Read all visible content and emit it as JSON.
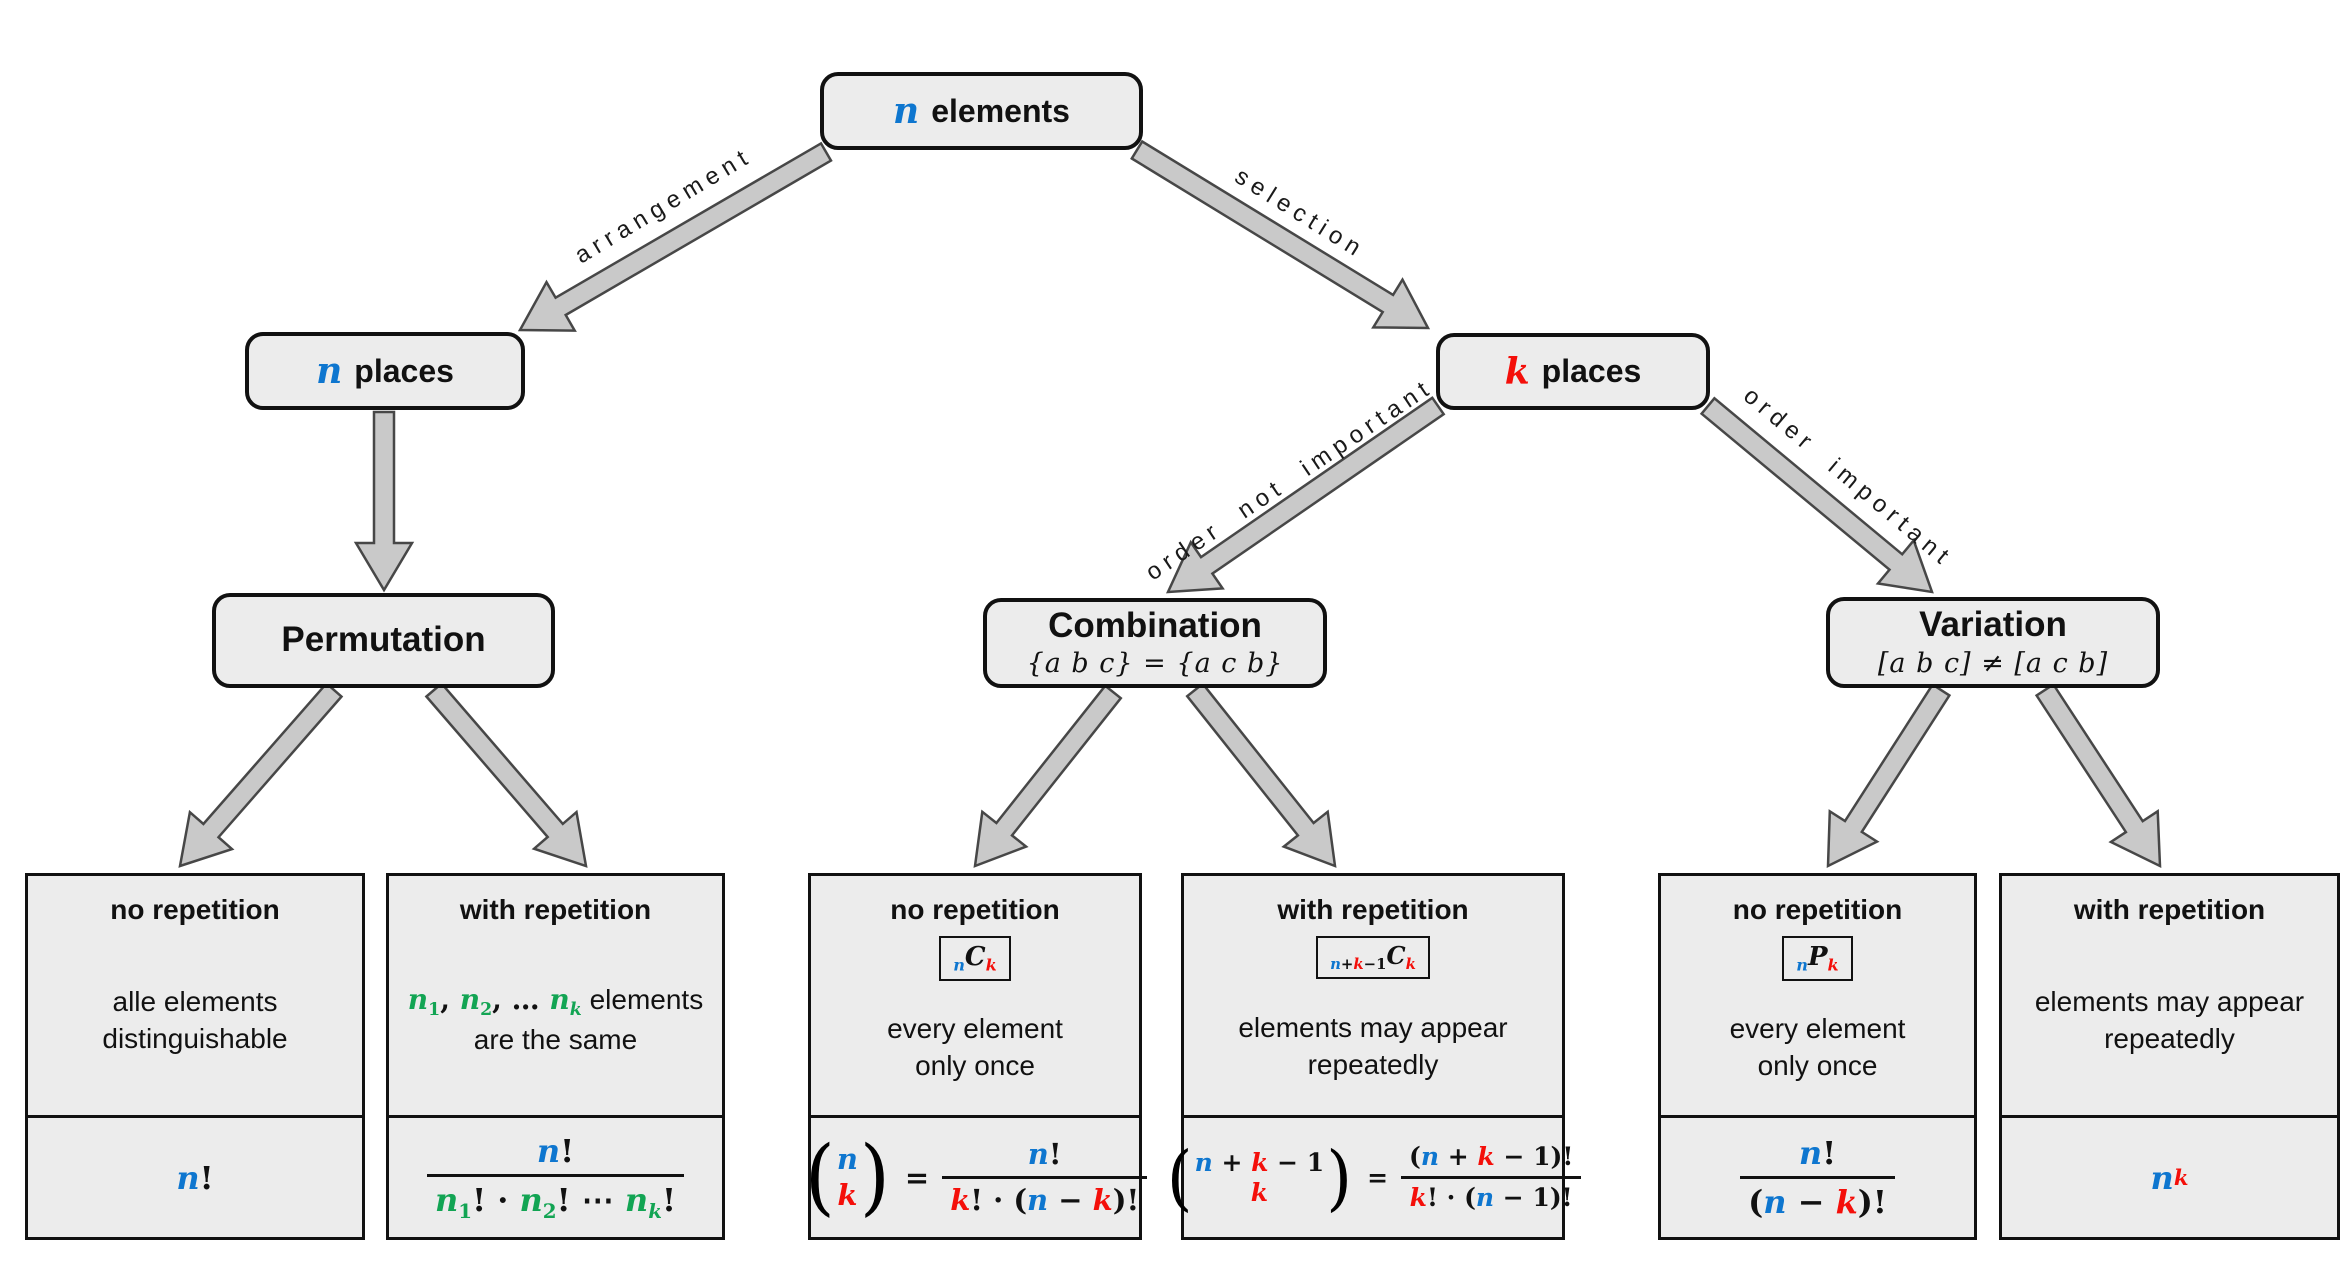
{
  "palette": {
    "blue": "#0e76cf",
    "red": "#f40f0a",
    "green": "#12a453",
    "box_fill": "#ececec",
    "border": "#111111",
    "arrow_fill": "#c9c9c9",
    "arrow_stroke": "#474747"
  },
  "nodes": {
    "root": {
      "var": "n",
      "label": "elements"
    },
    "n_places": {
      "var": "n",
      "label": "places"
    },
    "k_places": {
      "var": "k",
      "label": "places"
    },
    "permutation": {
      "title": "Permutation"
    },
    "combination": {
      "title": "Combination",
      "subtitle": "{a b c} = {a c b}"
    },
    "variation": {
      "title": "Variation",
      "subtitle": "[a b c] ≠ [a c b]"
    }
  },
  "edge_labels": {
    "arrangement": "arrangement",
    "selection": "selection",
    "order_not_important": "order not important",
    "order_important": "order important"
  },
  "leaves": [
    {
      "title": "no repetition",
      "badge": null,
      "desc_lines": [
        "alle elements",
        "distinguishable"
      ],
      "formula": {
        "kind": "plain",
        "segs": [
          {
            "t": "n",
            "c": "blue"
          },
          {
            "t": "!",
            "c": "black",
            "up": true
          }
        ]
      }
    },
    {
      "title": "with repetition",
      "badge": null,
      "desc_lines": [
        [
          {
            "t": "n",
            "c": "green"
          },
          {
            "t": "1",
            "c": "green",
            "sub": true,
            "up": true
          },
          {
            "t": ", ",
            "c": "black",
            "up": true
          },
          {
            "t": "n",
            "c": "green"
          },
          {
            "t": "2",
            "c": "green",
            "sub": true,
            "up": true
          },
          {
            "t": ", … ",
            "c": "black",
            "up": true
          },
          {
            "t": "n",
            "c": "green"
          },
          {
            "t": "k",
            "c": "green",
            "sub": true
          },
          {
            "t": " elements",
            "c": "black",
            "sans": true
          }
        ],
        "are the same"
      ],
      "formula": {
        "kind": "frac",
        "num": [
          {
            "t": "n",
            "c": "blue"
          },
          {
            "t": "!",
            "c": "black",
            "up": true
          }
        ],
        "den": [
          {
            "t": "n",
            "c": "green"
          },
          {
            "t": "1",
            "c": "green",
            "sub": true,
            "up": true
          },
          {
            "t": "! · ",
            "c": "black",
            "up": true
          },
          {
            "t": "n",
            "c": "green"
          },
          {
            "t": "2",
            "c": "green",
            "sub": true,
            "up": true
          },
          {
            "t": "! ⋯ ",
            "c": "black",
            "up": true
          },
          {
            "t": "n",
            "c": "green"
          },
          {
            "t": "k",
            "c": "green",
            "sub": true
          },
          {
            "t": "!",
            "c": "black",
            "up": true
          }
        ]
      }
    },
    {
      "title": "no repetition",
      "badge": [
        {
          "t": "n",
          "c": "blue",
          "sub": true
        },
        {
          "t": "C",
          "c": "black"
        },
        {
          "t": "k",
          "c": "red",
          "sub": true
        }
      ],
      "desc_lines": [
        "every element",
        "only once"
      ],
      "formula": {
        "kind": "binom_eq",
        "top": [
          {
            "t": "n",
            "c": "blue"
          }
        ],
        "bottom": [
          {
            "t": "k",
            "c": "red"
          }
        ],
        "num": [
          {
            "t": "n",
            "c": "blue"
          },
          {
            "t": "!",
            "c": "black",
            "up": true
          }
        ],
        "den": [
          {
            "t": "k",
            "c": "red"
          },
          {
            "t": "! · (",
            "c": "black",
            "up": true
          },
          {
            "t": "n",
            "c": "blue"
          },
          {
            "t": " − ",
            "c": "black",
            "up": true
          },
          {
            "t": "k",
            "c": "red"
          },
          {
            "t": ")!",
            "c": "black",
            "up": true
          }
        ]
      }
    },
    {
      "title": "with repetition",
      "badge": [
        {
          "t": "n",
          "c": "blue",
          "sub": true
        },
        {
          "t": "+",
          "c": "black",
          "sub": true,
          "up": true
        },
        {
          "t": "k",
          "c": "red",
          "sub": true
        },
        {
          "t": "−1",
          "c": "black",
          "sub": true,
          "up": true
        },
        {
          "t": "C",
          "c": "black"
        },
        {
          "t": "k",
          "c": "red",
          "sub": true
        }
      ],
      "desc_lines": [
        "elements may appear",
        "repeatedly"
      ],
      "formula": {
        "kind": "binom_eq",
        "top": [
          {
            "t": "n",
            "c": "blue"
          },
          {
            "t": " + ",
            "c": "black",
            "up": true
          },
          {
            "t": "k",
            "c": "red"
          },
          {
            "t": " − 1",
            "c": "black",
            "up": true
          }
        ],
        "bottom": [
          {
            "t": "k",
            "c": "red"
          }
        ],
        "num": [
          {
            "t": "(",
            "c": "black",
            "up": true
          },
          {
            "t": "n",
            "c": "blue"
          },
          {
            "t": " + ",
            "c": "black",
            "up": true
          },
          {
            "t": "k",
            "c": "red"
          },
          {
            "t": " − 1",
            "c": "black",
            "up": true
          },
          {
            "t": ")!",
            "c": "black",
            "up": true
          }
        ],
        "den": [
          {
            "t": "k",
            "c": "red"
          },
          {
            "t": "! · (",
            "c": "black",
            "up": true
          },
          {
            "t": "n",
            "c": "blue"
          },
          {
            "t": " − 1)!",
            "c": "black",
            "up": true
          }
        ]
      }
    },
    {
      "title": "no repetition",
      "badge": [
        {
          "t": "n",
          "c": "blue",
          "sub": true
        },
        {
          "t": "P",
          "c": "black"
        },
        {
          "t": "k",
          "c": "red",
          "sub": true
        }
      ],
      "desc_lines": [
        "every element",
        "only once"
      ],
      "formula": {
        "kind": "frac",
        "num": [
          {
            "t": "n",
            "c": "blue"
          },
          {
            "t": "!",
            "c": "black",
            "up": true
          }
        ],
        "den": [
          {
            "t": "(",
            "c": "black",
            "up": true
          },
          {
            "t": "n",
            "c": "blue"
          },
          {
            "t": " − ",
            "c": "black",
            "up": true
          },
          {
            "t": "k",
            "c": "red"
          },
          {
            "t": ")!",
            "c": "black",
            "up": true
          }
        ]
      }
    },
    {
      "title": "with repetition",
      "badge": null,
      "desc_lines": [
        "elements may appear",
        "repeatedly"
      ],
      "formula": {
        "kind": "plain",
        "segs": [
          {
            "t": "n",
            "c": "blue"
          },
          {
            "t": "k",
            "c": "red",
            "sup": true
          }
        ]
      }
    }
  ]
}
